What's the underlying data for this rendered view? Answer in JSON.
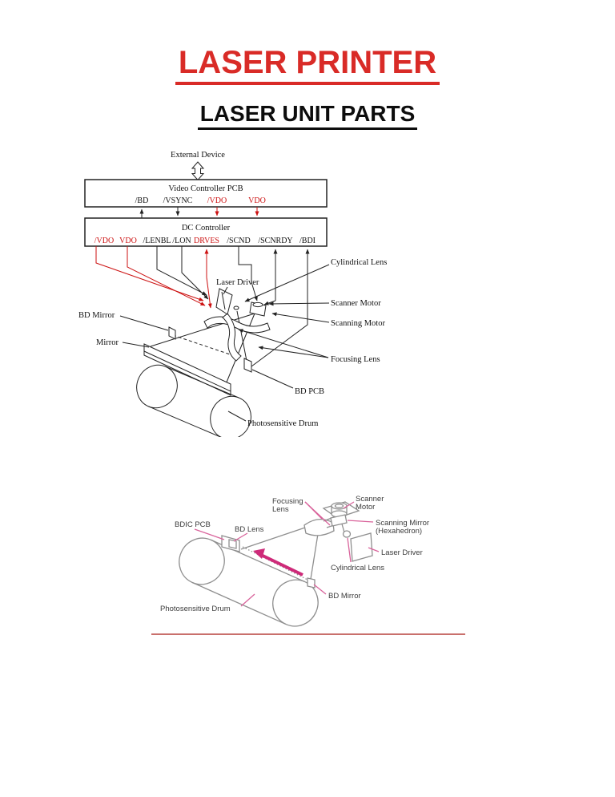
{
  "page": {
    "title": "LASER PRINTER",
    "subtitle": "LASER UNIT PARTS"
  },
  "colors": {
    "title_red": "#d92b27",
    "signal_red": "#cc1111",
    "diagram1_line": "#222222",
    "diagram2_line": "#8f8f8f",
    "diagram2_text": "#3c3c3c",
    "leader_pink": "#d9639b",
    "beam_magenta": "#ce2a79",
    "divider_red": "#c9706c"
  },
  "diagram1": {
    "external_device": "External Device",
    "video_controller_title": "Video Controller PCB",
    "vc_signals": [
      {
        "label": "/BD"
      },
      {
        "label": "/VSYNC"
      },
      {
        "label": "/VDO"
      },
      {
        "label": "VDO"
      }
    ],
    "dc_controller_title": "DC Controller",
    "dc_signals": [
      {
        "label": "/VDO"
      },
      {
        "label": "VDO"
      },
      {
        "label": "/LENBL"
      },
      {
        "label": "/LON"
      },
      {
        "label": "DRVES"
      },
      {
        "label": "/SCND"
      },
      {
        "label": "/SCNRDY"
      },
      {
        "label": "/BDI"
      }
    ],
    "labels": {
      "laser_driver": "Laser Driver",
      "cylindrical_lens": "Cylindrical Lens",
      "scanner_motor": "Scanner Motor",
      "scanning_motor": "Scanning Motor",
      "focusing_lens": "Focusing Lens",
      "bd_pcb": "BD PCB",
      "bd_mirror": "BD Mirror",
      "mirror": "Mirror",
      "photosensitive_drum": "Photosensitive Drum"
    }
  },
  "diagram2": {
    "labels": {
      "focusing_lens_line1": "Focusing",
      "focusing_lens_line2": "Lens",
      "scanner_motor_line1": "Scanner",
      "scanner_motor_line2": "Motor",
      "bdic_pcb": "BDIC PCB",
      "bd_lens": "BD Lens",
      "scanning_mirror_line1": "Scanning Mirror",
      "scanning_mirror_line2": "(Hexahedron)",
      "laser_driver": "Laser Driver",
      "cylindrical_lens": "Cylindrical Lens",
      "bd_mirror": "BD Mirror",
      "photosensitive_drum": "Photosensitive Drum"
    }
  }
}
